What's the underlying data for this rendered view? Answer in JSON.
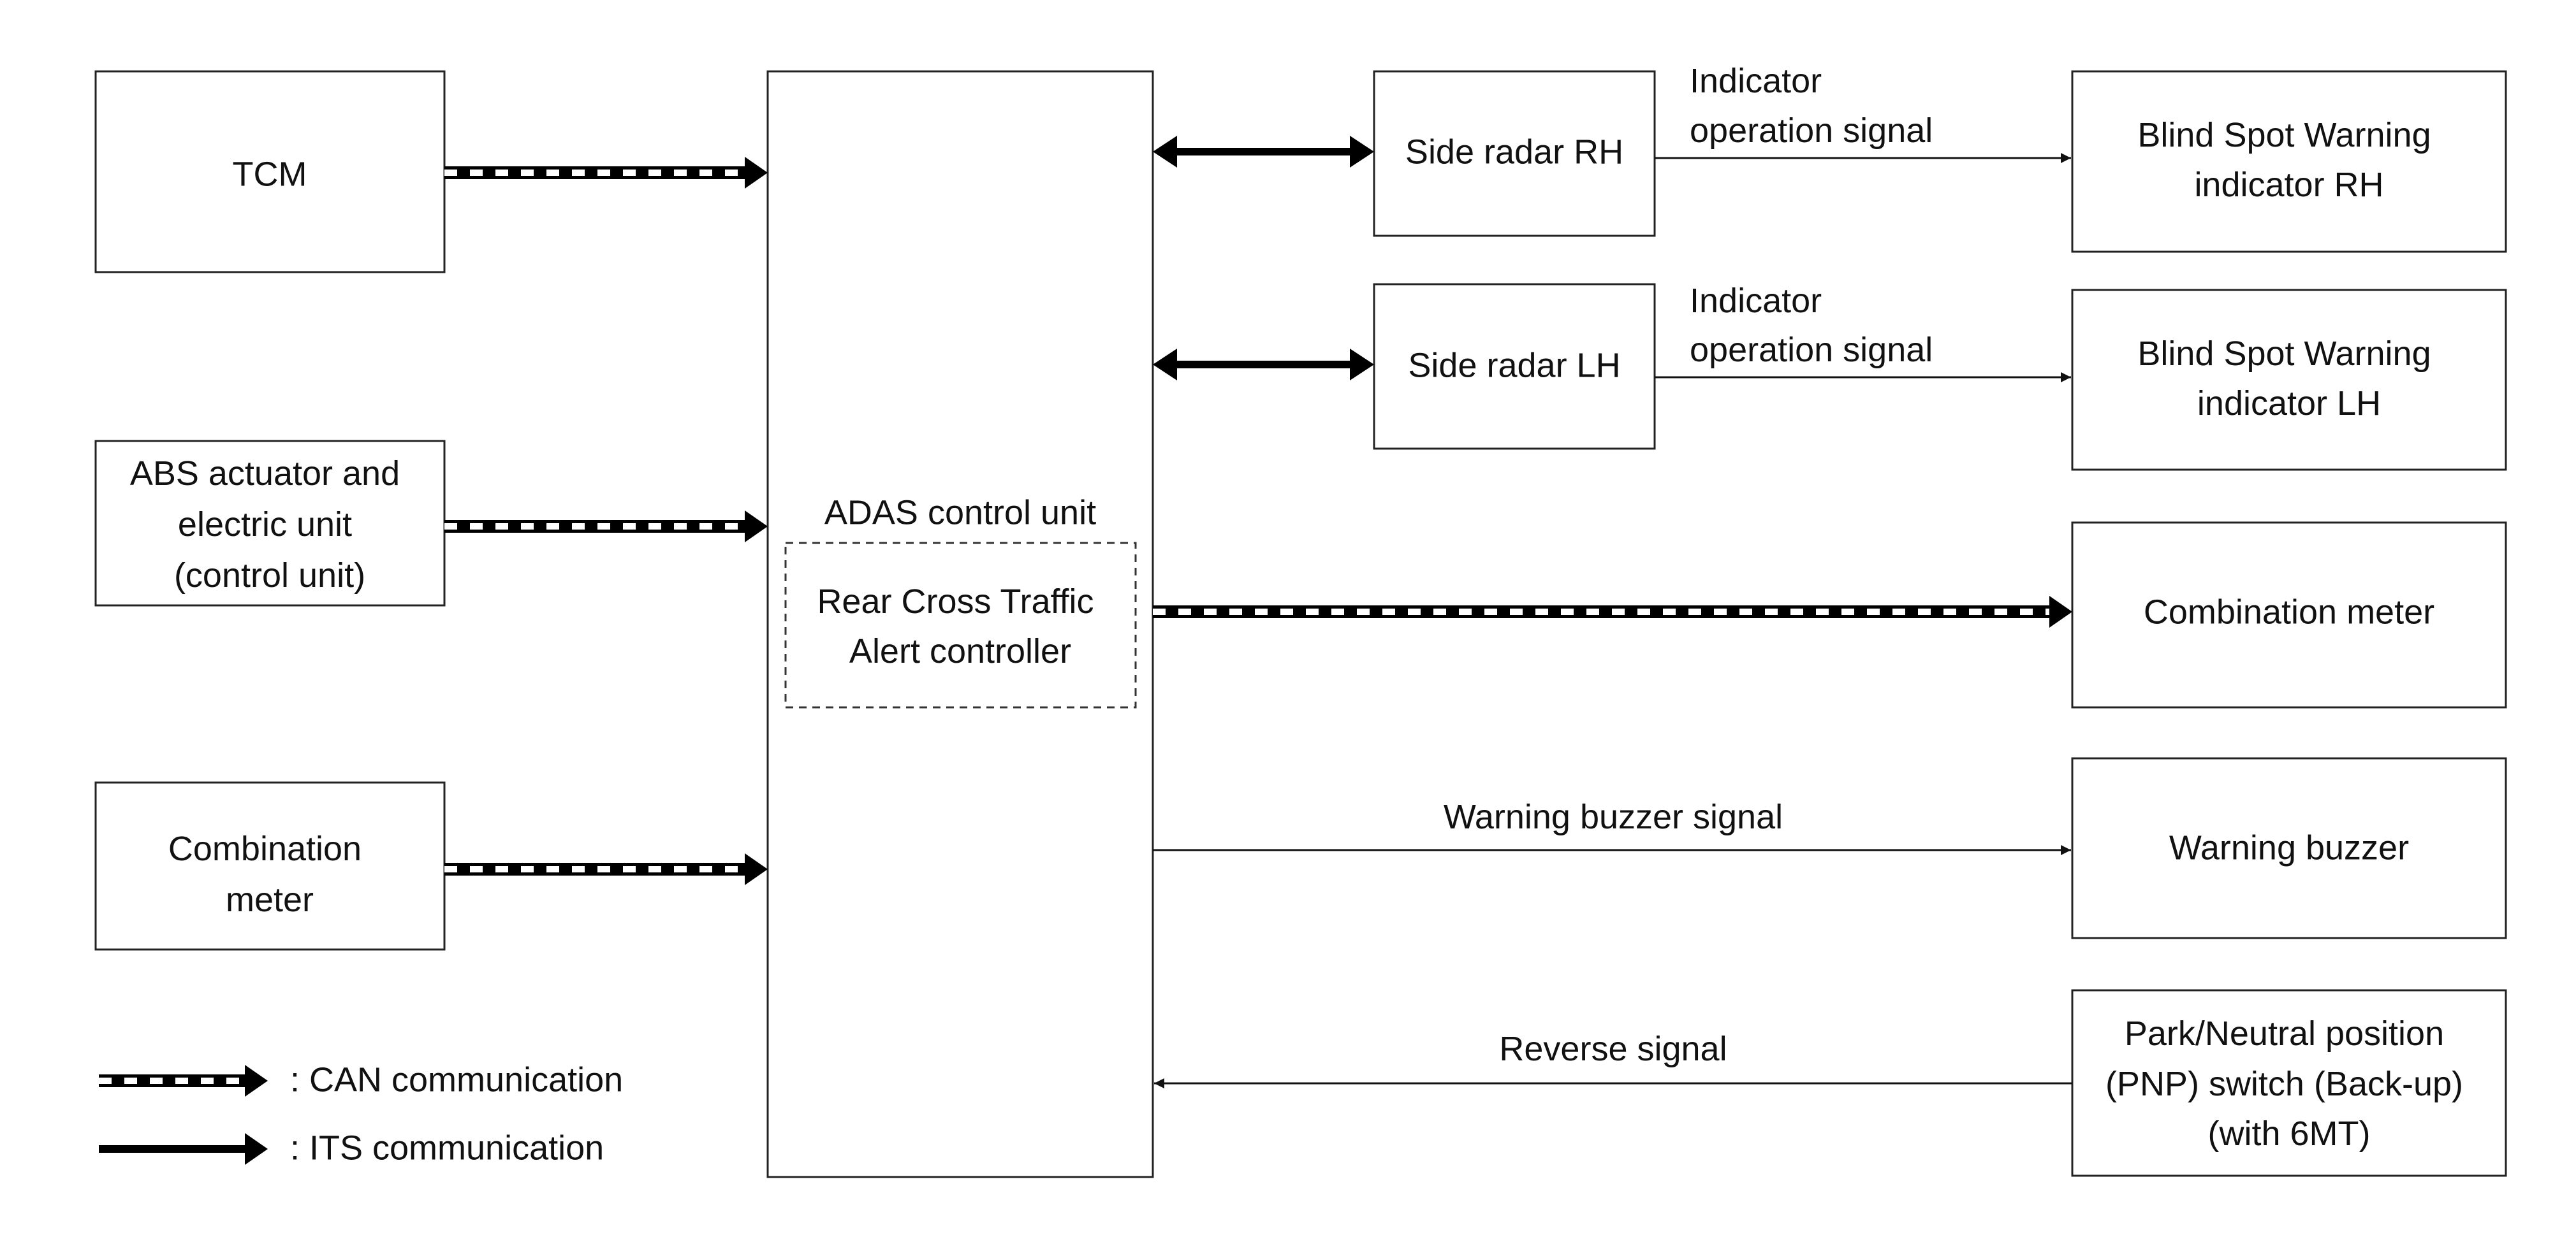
{
  "blocks": {
    "tcm": "TCM",
    "abs": [
      "ABS actuator and",
      "electric unit",
      "(control unit)"
    ],
    "combo_left": [
      "Combination",
      "meter"
    ],
    "adas": "ADAS control unit",
    "rcta": [
      "Rear Cross Traffic",
      "Alert controller"
    ],
    "side_rh": "Side radar RH",
    "side_lh": "Side radar LH",
    "bsw_rh": [
      "Blind Spot Warning",
      "indicator RH"
    ],
    "bsw_lh": [
      "Blind Spot Warning",
      "indicator LH"
    ],
    "combo_right": "Combination meter",
    "buzzer": "Warning buzzer",
    "pnp": [
      "Park/Neutral position",
      "(PNP) switch (Back-up)",
      "(with 6MT)"
    ]
  },
  "signals": {
    "indicator_rh": [
      "Indicator",
      "operation signal"
    ],
    "indicator_lh": [
      "Indicator",
      "operation signal"
    ],
    "buzzer": "Warning buzzer signal",
    "reverse": "Reverse signal"
  },
  "legend": {
    "can": ": CAN communication",
    "its": ": ITS communication"
  }
}
